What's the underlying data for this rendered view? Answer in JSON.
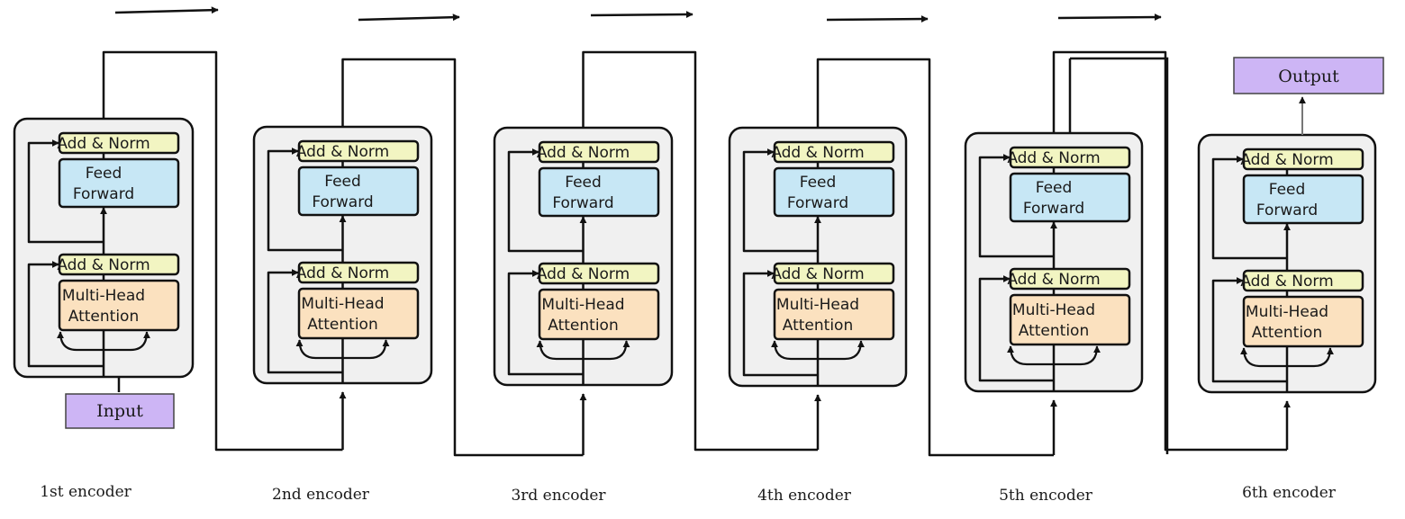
{
  "labels": {
    "add_norm": "Add & Norm",
    "ff_line1": "Feed",
    "ff_line2": "Forward",
    "mha_line1": "Multi-Head",
    "mha_line2": "Attention",
    "input": "Input",
    "output": "Output"
  },
  "encoders": [
    {
      "caption": "1st encoder"
    },
    {
      "caption": "2nd encoder"
    },
    {
      "caption": "3rd encoder"
    },
    {
      "caption": "4th encoder"
    },
    {
      "caption": "5th encoder"
    },
    {
      "caption": "6th encoder"
    }
  ],
  "colors": {
    "add_norm": "#f2f5c2",
    "feed_forward": "#c7e7f5",
    "attention": "#fbe1bf",
    "panel": "#f0f0f0",
    "io_box": "#cdb5f5",
    "stroke": "#111111",
    "output_arrow": "#777777"
  }
}
